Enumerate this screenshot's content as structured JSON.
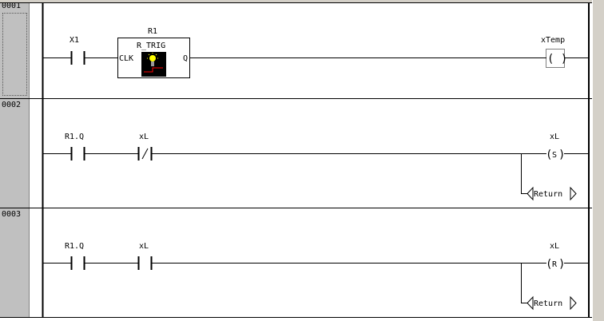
{
  "networks": [
    {
      "number": "0001",
      "contact": "X1",
      "block": {
        "instance": "R1",
        "type": "R_TRIG",
        "input": "CLK",
        "output": "Q"
      },
      "coil": {
        "var": "xTemp",
        "symbol": "( )"
      }
    },
    {
      "number": "0002",
      "contact1": "R1.Q",
      "contact2": "xL",
      "contact2_negated": "/",
      "coil": {
        "var": "xL",
        "symbol": "S"
      },
      "return_label": "Return"
    },
    {
      "number": "0003",
      "contact1": "R1.Q",
      "contact2": "xL",
      "coil": {
        "var": "xL",
        "symbol": "R"
      },
      "return_label": "Return"
    }
  ]
}
